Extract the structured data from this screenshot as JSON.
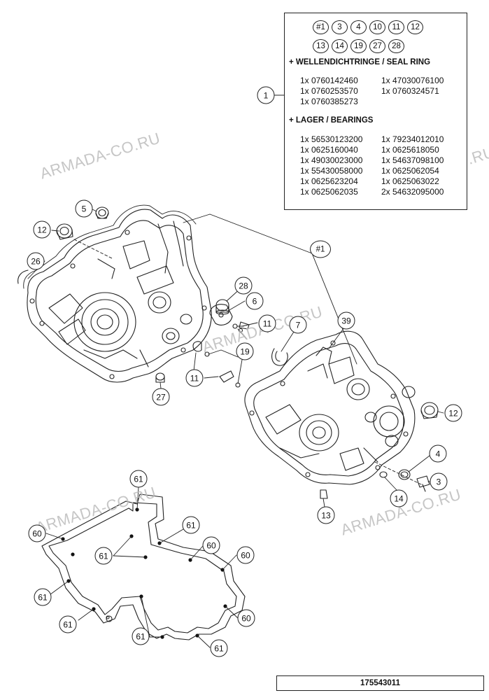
{
  "kit": {
    "chips_row1": [
      "#1",
      "3",
      "4",
      "10",
      "11",
      "12"
    ],
    "chips_row2": [
      "13",
      "14",
      "19",
      "27",
      "28"
    ],
    "seal_heading": "+ WELLENDICHTRINGE / SEAL RING",
    "seal_parts": [
      "1x 0760142460",
      "1x 47030076100",
      "1x 0760253570",
      "1x 0760324571",
      "1x 0760385273"
    ],
    "bearing_heading": "+ LAGER / BEARINGS",
    "bearing_parts": [
      "1x 56530123200",
      "1x 79234012010",
      "1x 0625160040",
      "1x 0625618050",
      "1x 49030023000",
      "1x 54637098100",
      "1x 55430058000",
      "1x 0625062054",
      "1x 0625623204",
      "1x 0625063022",
      "1x 0625062035",
      "2x 54632095000"
    ]
  },
  "callouts": {
    "c1": "1",
    "c5": "5",
    "c12a": "12",
    "c26": "26",
    "c_set": "#1",
    "c28": "28",
    "c6": "6",
    "c11a": "11",
    "c7": "7",
    "c39": "39",
    "c19": "19",
    "c11b": "11",
    "c27": "27",
    "c12b": "12",
    "c4": "4",
    "c3": "3",
    "c14": "14",
    "c13": "13",
    "g61a": "61",
    "g60a": "60",
    "g61b": "61",
    "g61c": "61",
    "g60b": "60",
    "g60c": "60",
    "g61d": "61",
    "g61e": "61",
    "g60d": "60",
    "g61f": "61",
    "g61g": "61"
  },
  "watermark": "ARMADA-CO.RU",
  "drawing_number": "175543011",
  "colors": {
    "line": "#222222",
    "watermark": "#bdbdbd",
    "background": "#ffffff"
  }
}
